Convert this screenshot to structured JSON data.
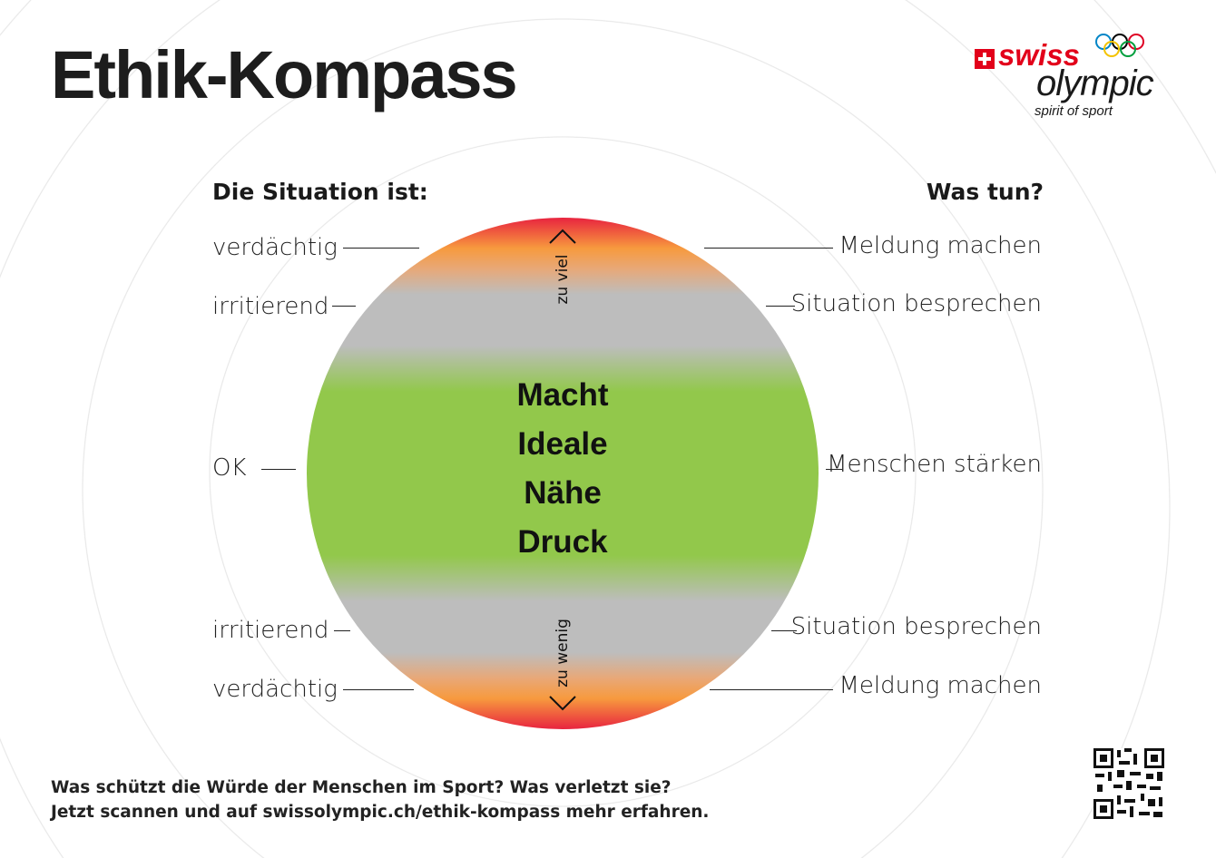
{
  "title": "Ethik-Kompass",
  "logo": {
    "brand_top": "swiss",
    "brand_bottom": "olympic",
    "tagline": "spirit of sport",
    "red": "#e2001a"
  },
  "left": {
    "header": "Die Situation ist:",
    "items": [
      "verdächtig",
      "irritierend",
      "OK",
      "irritierend",
      "verdächtig"
    ]
  },
  "right": {
    "header": "Was tun?",
    "items": [
      "Meldung machen",
      "Situation besprechen",
      "Menschen stärken",
      "Situation besprechen",
      "Meldung machen"
    ]
  },
  "compass": {
    "top_label": "zu viel",
    "bottom_label": "zu wenig",
    "words": [
      "Macht",
      "Ideale",
      "Nähe",
      "Druck"
    ],
    "colors": {
      "red": "#e8243f",
      "orange": "#f79a3e",
      "grey": "#bdbdbd",
      "green": "#92c84b"
    }
  },
  "footer": {
    "line1": "Was schützt die Würde der Menschen im Sport? Was verletzt sie?",
    "line2": "Jetzt scannen und auf swissolympic.ch/ethik-kompass mehr erfahren."
  }
}
